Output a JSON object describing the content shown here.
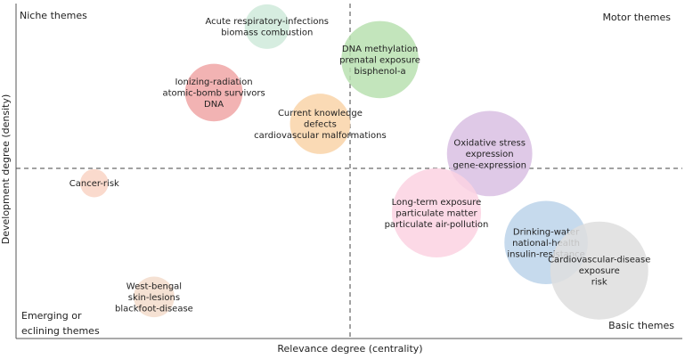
{
  "chart_data": {
    "type": "scatter",
    "subtype": "strategic-diagram-bubble",
    "xlabel": "Relevance degree (centrality)",
    "ylabel": "Development degree (density)",
    "quadrants": {
      "top_left": "Niche themes",
      "top_right": "Motor themes",
      "bottom_left": [
        "Emerging or",
        "eclining themes"
      ],
      "bottom_right": "Basic themes"
    },
    "crosshair": {
      "x": 0,
      "y": 0,
      "style": "dashed"
    },
    "xlim": [
      -1,
      1
    ],
    "ylim": [
      -1,
      1
    ],
    "grid": false,
    "themes": [
      {
        "labels": [
          "Acute respiratory-infections",
          "biomass combustion"
        ],
        "x": -0.25,
        "y": 0.86,
        "size": 0.3,
        "color": "#cfeadb"
      },
      {
        "labels": [
          "DNA methylation",
          "prenatal exposure",
          "bisphenol-a"
        ],
        "x": 0.09,
        "y": 0.66,
        "size": 0.9,
        "color": "#b8e0b0"
      },
      {
        "labels": [
          "Ionizing-radiation",
          "atomic-bomb survivors",
          "DNA"
        ],
        "x": -0.41,
        "y": 0.46,
        "size": 0.5,
        "color": "#f0a6a6"
      },
      {
        "labels": [
          "Current knowledge",
          "defects",
          "cardiovascular malformations"
        ],
        "x": -0.09,
        "y": 0.27,
        "size": 0.55,
        "color": "#f9d3a8"
      },
      {
        "labels": [
          "Oxidative stress",
          "expression",
          "gene-expression"
        ],
        "x": 0.42,
        "y": 0.09,
        "size": 1.1,
        "color": "#d9c0e3"
      },
      {
        "labels": [
          "Cancer-risk"
        ],
        "x": -0.77,
        "y": -0.09,
        "size": 0.12,
        "color": "#f9d3c4"
      },
      {
        "labels": [
          "Long-term exposure",
          "particulate matter",
          "particulate air-pollution"
        ],
        "x": 0.26,
        "y": -0.27,
        "size": 1.2,
        "color": "#fbd2e2"
      },
      {
        "labels": [
          "Drinking-water",
          "national-health",
          "insulin-resistance"
        ],
        "x": 0.59,
        "y": -0.45,
        "size": 1.05,
        "color": "#bcd3ea"
      },
      {
        "labels": [
          "Cardiovascular-disease",
          "exposure",
          "risk"
        ],
        "x": 0.75,
        "y": -0.62,
        "size": 1.45,
        "color": "#dedede"
      },
      {
        "labels": [
          "West-bengal",
          "skin-lesions",
          "blackfoot-disease"
        ],
        "x": -0.59,
        "y": -0.78,
        "size": 0.25,
        "color": "#f3dccb"
      }
    ]
  }
}
